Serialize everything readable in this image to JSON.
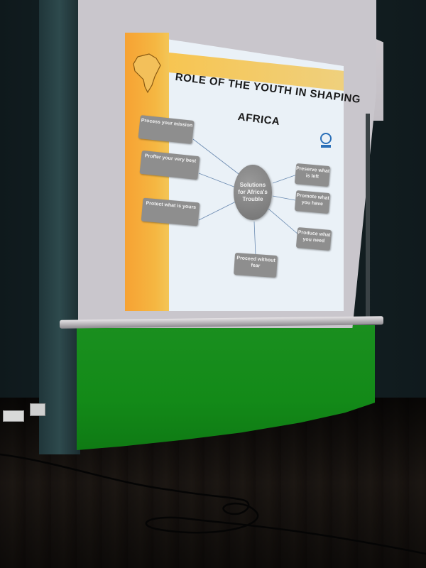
{
  "slide": {
    "title_line1": "ROLE OF THE YOUTH IN SHAPING",
    "title_line2": "AFRICA",
    "hub": "Solutions for Africa's Trouble",
    "nodes": {
      "process_mission": "Process your mission",
      "proffer_best": "Proffer your very best",
      "protect_yours": "Protect what is yours",
      "proceed_fear": "Proceed without fear",
      "preserve": "Preserve what is left",
      "promote": "Promote what you have",
      "produce": "Produce what you need"
    },
    "logo_label": "icon-unep-logo"
  },
  "colors": {
    "slide_orange": "#f6a233",
    "node_gray": "#8e8e8e",
    "curtain_green": "#138a18"
  }
}
